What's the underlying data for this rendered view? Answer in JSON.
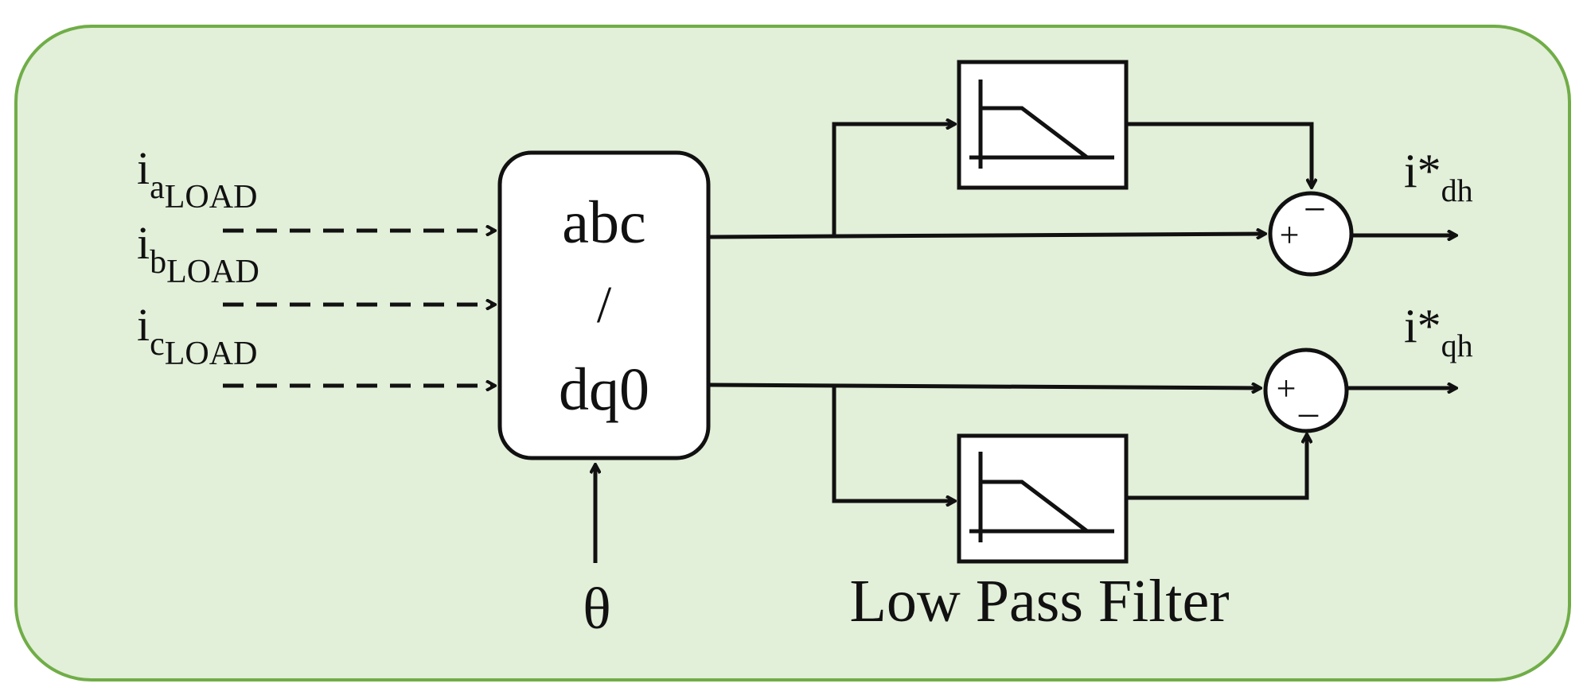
{
  "colors": {
    "panel_fill": "#e2efd9",
    "panel_border": "#70ad47",
    "line": "#111111",
    "block_fill": "#ffffff"
  },
  "inputs": [
    {
      "base": "i",
      "sub": "a",
      "subsub": "LOAD"
    },
    {
      "base": "i",
      "sub": "b",
      "subsub": "LOAD"
    },
    {
      "base": "i",
      "sub": "c",
      "subsub": "LOAD"
    }
  ],
  "transform": {
    "line1": "abc",
    "line2": "/",
    "line3": "dq0"
  },
  "angle_input": "θ",
  "filters": {
    "label": "Low Pass Filter",
    "icon": "low-pass-filter-icon"
  },
  "summing_junctions": {
    "top": {
      "plus": "+",
      "minus": "−"
    },
    "bottom": {
      "plus": "+",
      "minus": "_"
    }
  },
  "outputs": [
    {
      "base": "i*",
      "sub": "dh"
    },
    {
      "base": "i*",
      "sub": "qh"
    }
  ]
}
